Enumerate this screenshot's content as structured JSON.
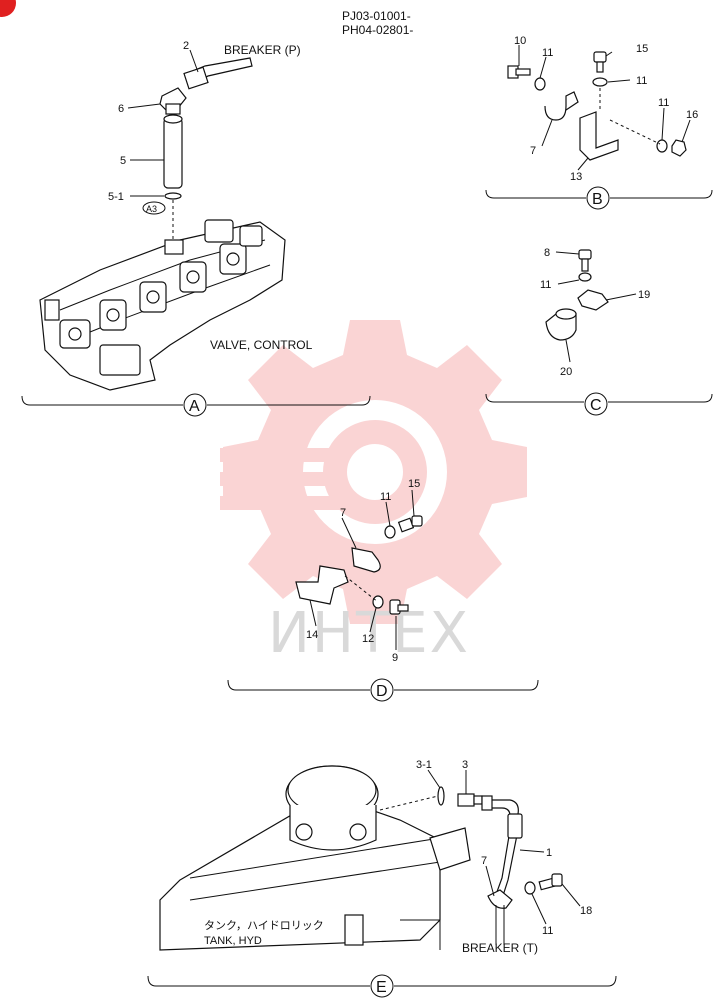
{
  "header": {
    "serial_1": "PJ03-01001-",
    "serial_2": "PH04-02801-"
  },
  "watermark": {
    "text": "ИНТЕХ",
    "logo_color": "#f3a3a3"
  },
  "section_a": {
    "letter": "A",
    "breaker_label": "BREAKER (P)",
    "valve_label": "VALVE, CONTROL",
    "ref_tag": "A3",
    "callouts": [
      "2",
      "6",
      "5",
      "5-1"
    ]
  },
  "section_b": {
    "letter": "B",
    "callouts": [
      "10",
      "11",
      "15",
      "11",
      "11",
      "16",
      "7",
      "13"
    ]
  },
  "section_c": {
    "letter": "C",
    "callouts": [
      "8",
      "11",
      "19",
      "20"
    ]
  },
  "section_d": {
    "letter": "D",
    "callouts": [
      "11",
      "15",
      "7",
      "14",
      "12",
      "9"
    ]
  },
  "section_e": {
    "letter": "E",
    "callouts": [
      "3-1",
      "3",
      "1",
      "7",
      "18",
      "11"
    ],
    "tank_label_jp": "タンク，ハイドロリック",
    "tank_label_en": "TANK, HYD",
    "breaker_label": "BREAKER (T)"
  },
  "corner_badge": {
    "color": "#e02020"
  }
}
